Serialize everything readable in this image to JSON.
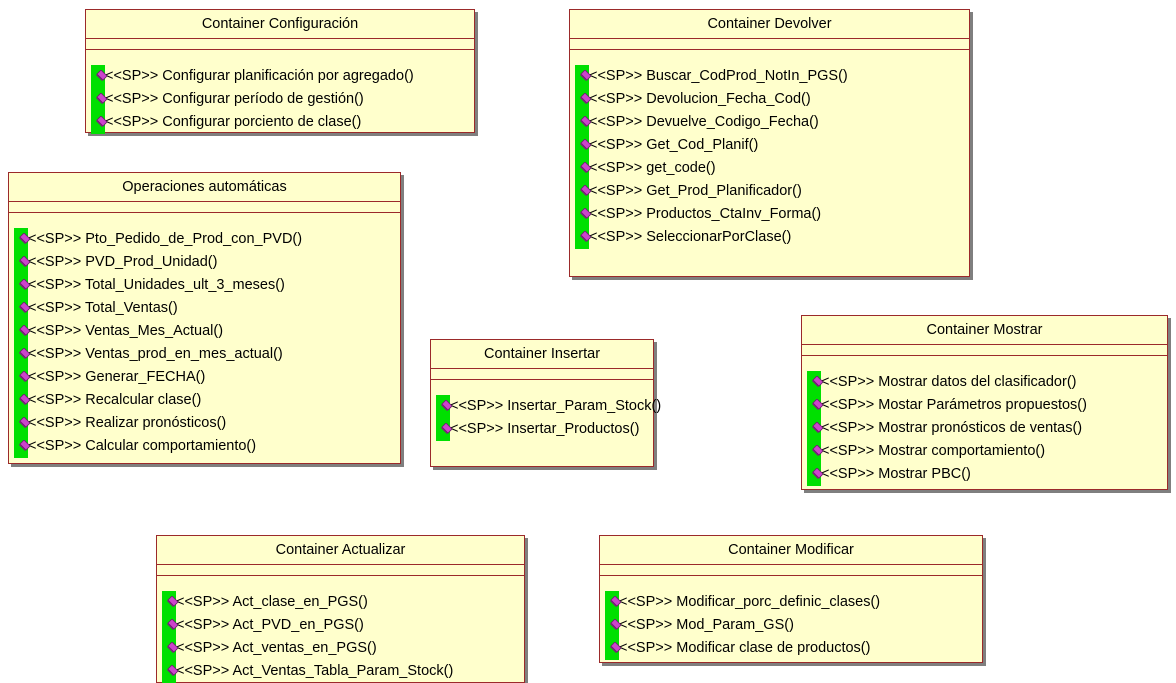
{
  "classes": [
    {
      "name": "Container Configuración",
      "operations": [
        "<<SP>> Configurar planificación por agregado()",
        "<<SP>> Configurar período de gestión()",
        "<<SP>> Configurar porciento de clase()"
      ]
    },
    {
      "name": "Container Devolver",
      "operations": [
        "<<SP>> Buscar_CodProd_NotIn_PGS()",
        "<<SP>> Devolucion_Fecha_Cod()",
        "<<SP>> Devuelve_Codigo_Fecha()",
        "<<SP>> Get_Cod_Planif()",
        "<<SP>> get_code()",
        "<<SP>> Get_Prod_Planificador()",
        "<<SP>> Productos_CtaInv_Forma()",
        "<<SP>> SeleccionarPorClase()"
      ]
    },
    {
      "name": "Operaciones automáticas",
      "operations": [
        "<<SP>> Pto_Pedido_de_Prod_con_PVD()",
        "<<SP>> PVD_Prod_Unidad()",
        "<<SP>> Total_Unidades_ult_3_meses()",
        "<<SP>> Total_Ventas()",
        "<<SP>> Ventas_Mes_Actual()",
        "<<SP>> Ventas_prod_en_mes_actual()",
        "<<SP>> Generar_FECHA()",
        "<<SP>> Recalcular clase()",
        "<<SP>> Realizar pronósticos()",
        "<<SP>> Calcular comportamiento()"
      ]
    },
    {
      "name": "Container Insertar",
      "operations": [
        "<<SP>> Insertar_Param_Stock()",
        "<<SP>> Insertar_Productos()"
      ]
    },
    {
      "name": "Container Mostrar",
      "operations": [
        "<<SP>> Mostrar datos del clasificador()",
        "<<SP>> Mostar Parámetros propuestos()",
        "<<SP>> Mostrar pronósticos de ventas()",
        "<<SP>> Mostrar comportamiento()",
        "<<SP>> Mostrar PBC()"
      ]
    },
    {
      "name": "Container Actualizar",
      "operations": [
        "<<SP>> Act_clase_en_PGS()",
        "<<SP>> Act_PVD_en_PGS()",
        "<<SP>> Act_ventas_en_PGS()",
        "<<SP>> Act_Ventas_Tabla_Param_Stock()"
      ]
    },
    {
      "name": "Container Modificar",
      "operations": [
        "<<SP>> Modificar_porc_definic_clases()",
        "<<SP>> Mod_Param_GS()",
        "<<SP>> Modificar clase de productos()"
      ]
    }
  ],
  "colors": {
    "box_fill": "#ffffcc",
    "box_border": "#9b2a2a",
    "ops_bar": "#00e000",
    "op_icon": "#cc44cc",
    "shadow": "#7f7f7f"
  },
  "icons": {
    "operation": "method-diamond-icon"
  }
}
